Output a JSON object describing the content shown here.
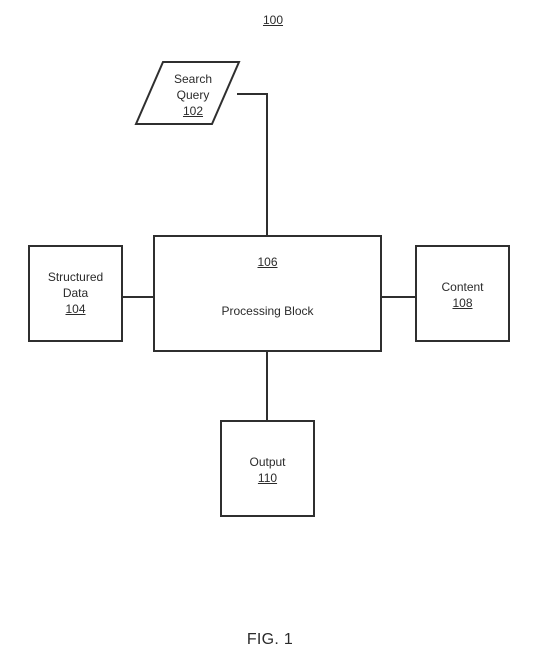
{
  "figure": {
    "reference": "100",
    "caption": "FIG. 1"
  },
  "nodes": {
    "search_query": {
      "line1": "Search",
      "line2": "Query",
      "ref": "102",
      "shape": "parallelogram"
    },
    "structured_data": {
      "line1": "Structured",
      "line2": "Data",
      "ref": "104",
      "shape": "rectangle"
    },
    "processing_block": {
      "ref": "106",
      "label": "Processing Block",
      "shape": "rectangle"
    },
    "content": {
      "label": "Content",
      "ref": "108",
      "shape": "rectangle"
    },
    "output": {
      "label": "Output",
      "ref": "110",
      "shape": "rectangle"
    }
  },
  "connections": [
    {
      "from": "search_query",
      "to": "processing_block"
    },
    {
      "from": "structured_data",
      "to": "processing_block"
    },
    {
      "from": "content",
      "to": "processing_block"
    },
    {
      "from": "processing_block",
      "to": "output"
    }
  ]
}
